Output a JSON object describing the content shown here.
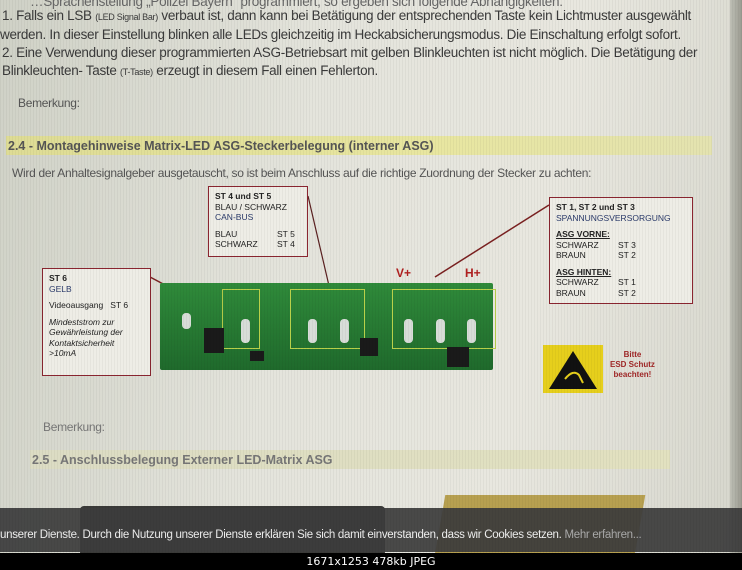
{
  "document": {
    "line0": "…Sprachenstellung „Polizei Bayern\" programmiert, so ergeben sich folgende Abhängigkeiten:",
    "line1a": "1. Falls ein LSB ",
    "line1b": "(LED Signal Bar)",
    "line1c": " verbaut ist, dann kann bei Betätigung der entsprechenden Taste kein Lichtmuster ausgewählt",
    "line2": "werden. In dieser Einstellung blinken alle LEDs gleichzeitig im Heckabsicherungsmodus. Die Einschaltung erfolgt sofort.",
    "line3": "2. Eine Verwendung dieser programmierten ASG-Betriebsart mit gelben Blinkleuchten ist nicht möglich. Die Betätigung der",
    "line4a": "Blinkleuchten- Taste ",
    "line4b": "(T-Taste)",
    "line4c": " erzeugt in diesem Fall einen Fehlerton.",
    "remark1": "Bemerkung:",
    "heading24": "2.4 - Montagehinweise Matrix-LED ASG-Steckerbelegung (interner ASG)",
    "intro24": "Wird der Anhaltesignalgeber ausgetauscht, so ist beim Anschluss auf die richtige Zuordnung der Stecker zu achten:",
    "box_st45": {
      "title": "ST 4 und ST 5",
      "colors": "BLAU / SCHWARZ",
      "bus": "CAN-BUS",
      "rows": [
        [
          "BLAU",
          "ST 5"
        ],
        [
          "SCHWARZ",
          "ST 4"
        ]
      ]
    },
    "box_st6": {
      "title": "ST 6",
      "color": "GELB",
      "video": "Videoausgang   ST 6",
      "note": [
        "Mindeststrom zur",
        "Gewährleistung der",
        "Kontaktsicherheit",
        ">10mA"
      ]
    },
    "box_st123": {
      "title": "ST 1, ST 2 und ST 3",
      "subtitle": "SPANNUNGSVERSORGUNG",
      "front_label": "ASG VORNE:",
      "front": [
        [
          "SCHWARZ",
          "ST 3"
        ],
        [
          "BRAUN",
          "ST 2"
        ]
      ],
      "rear_label": "ASG HINTEN:",
      "rear": [
        [
          "SCHWARZ",
          "ST 1"
        ],
        [
          "BRAUN",
          "ST 2"
        ]
      ]
    },
    "pcb_labels": {
      "v": "V+",
      "h": "H+"
    },
    "esd": [
      "Bitte",
      "ESD Schutz",
      "beachten!"
    ],
    "remark2": "Bemerkung:",
    "heading25": "2.5 - Anschlussbelegung Externer LED-Matrix ASG"
  },
  "cookie": {
    "text": "unserer Dienste. Durch die Nutzung unserer Dienste erklären Sie sich damit einverstanden, dass wir Cookies setzen.",
    "more": " Mehr erfahren..."
  },
  "viewer": {
    "caption": "1671x1253 478kb JPEG"
  }
}
